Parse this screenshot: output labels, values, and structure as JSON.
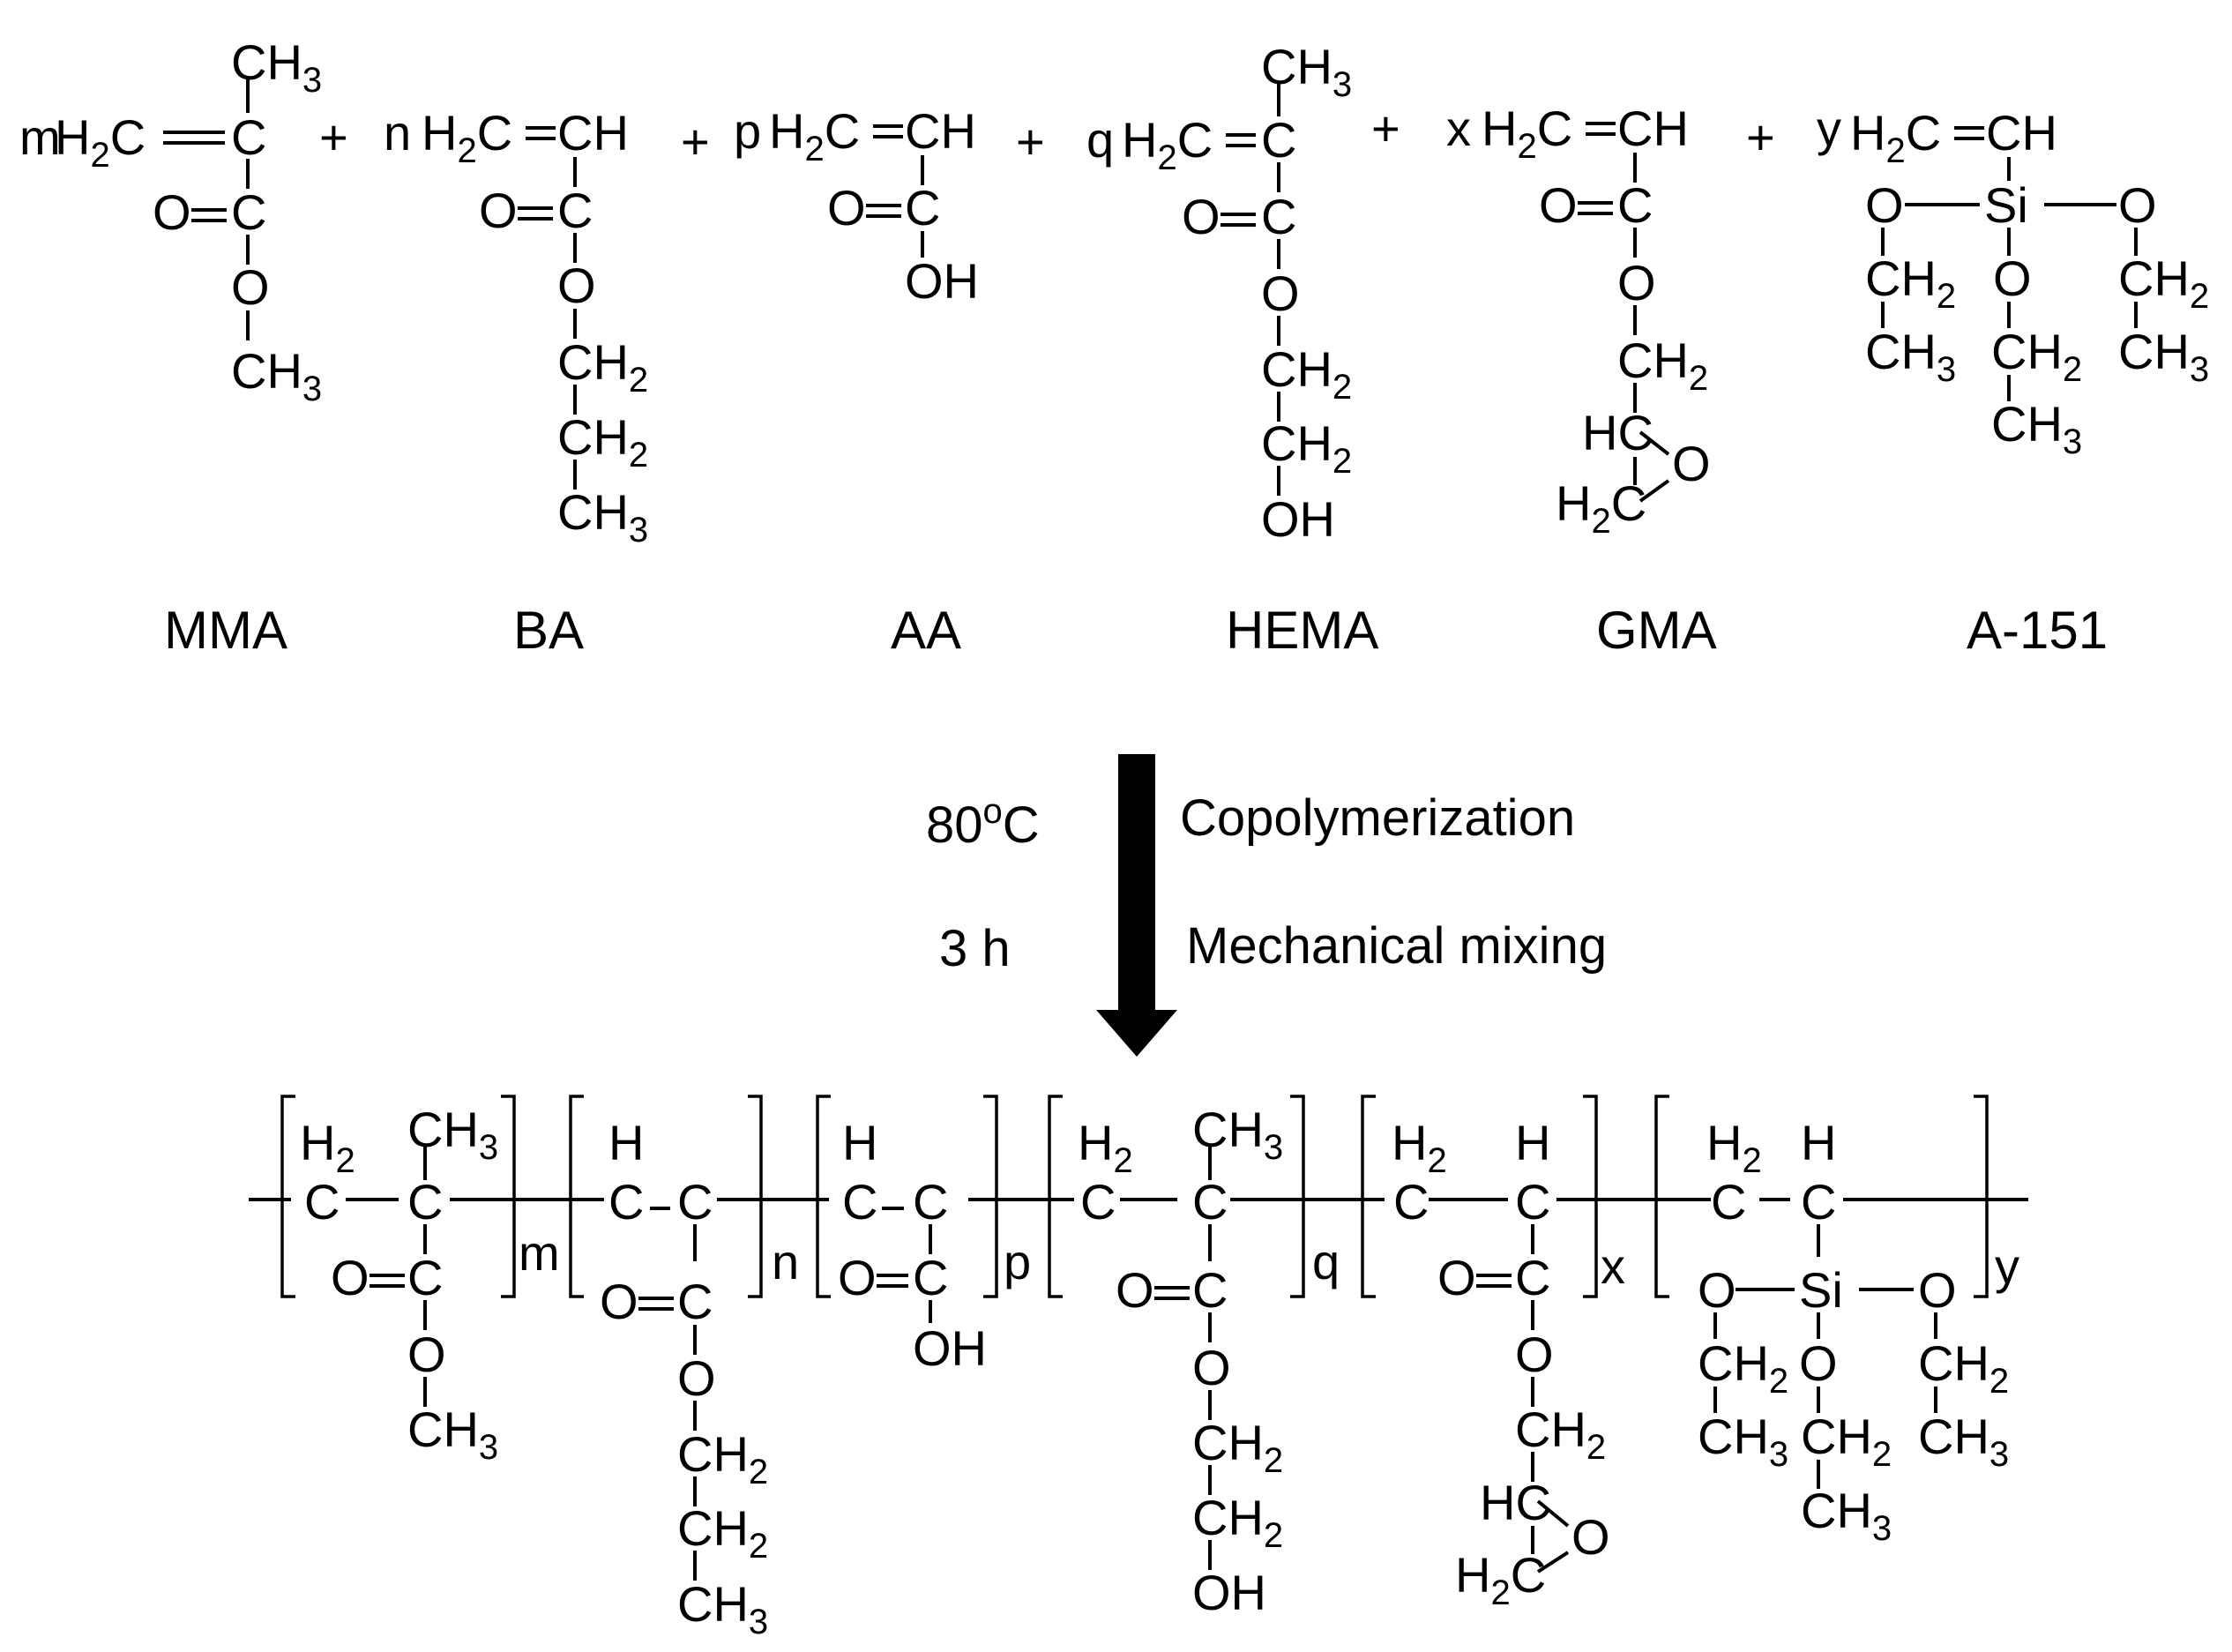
{
  "monomers": [
    {
      "label": "MMA",
      "coefficient": "m"
    },
    {
      "label": "BA",
      "coefficient": "n"
    },
    {
      "label": "AA",
      "coefficient": "p"
    },
    {
      "label": "HEMA",
      "coefficient": "q"
    },
    {
      "label": "GMA",
      "coefficient": "x"
    },
    {
      "label": "A-151",
      "coefficient": "y"
    }
  ],
  "plus_sign": "+",
  "conditions": {
    "temperature": "80",
    "temperature_sup": "o",
    "temperature_unit": "C",
    "time": "3 h",
    "process": "Copolymerization",
    "mixing": "Mechanical mixing"
  },
  "atoms": {
    "C": "C",
    "O": "O",
    "H": "H",
    "Si": "Si",
    "OH": "OH",
    "CH": "CH",
    "HC": "HC",
    "H2C": "H",
    "H2C_tail": "C",
    "CH3": "CH",
    "CH2": "CH",
    "H2": "H",
    "sub2": "2",
    "sub3": "3"
  }
}
